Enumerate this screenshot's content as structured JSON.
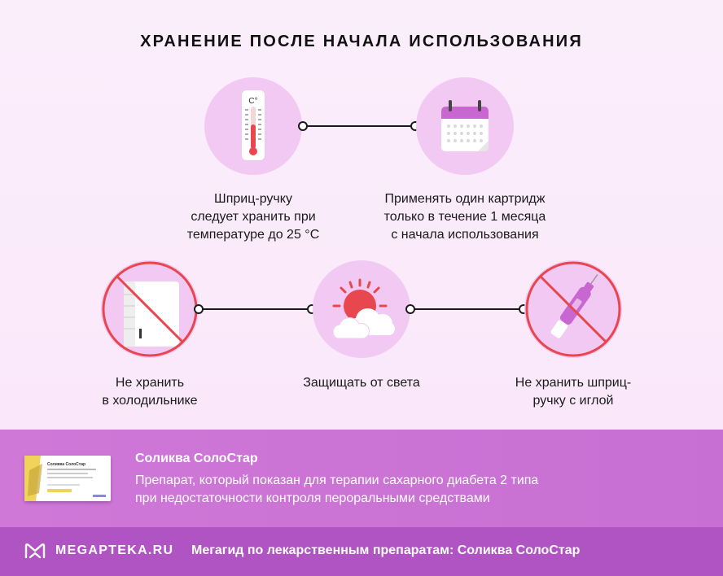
{
  "title": "ХРАНЕНИЕ ПОСЛЕ НАЧАЛА ИСПОЛЬЗОВАНИЯ",
  "items": [
    {
      "icon": "thermometer-icon",
      "caption_lines": [
        "Шприц-ручку",
        "следует хранить при",
        "температуре до 25 °C"
      ],
      "thermo_unit": "C°"
    },
    {
      "icon": "calendar-icon",
      "caption_lines": [
        "Применять один картридж",
        "только в течение 1 месяца",
        "с начала использования"
      ]
    },
    {
      "icon": "no-refrigerator-icon",
      "caption_lines": [
        "Не хранить",
        "в холодильнике"
      ]
    },
    {
      "icon": "sun-cloud-icon",
      "caption_lines": [
        "Защищать от света"
      ]
    },
    {
      "icon": "no-pen-with-needle-icon",
      "caption_lines": [
        "Не хранить шприц-",
        "ручку с иглой"
      ]
    }
  ],
  "product": {
    "name": "Соликва СолоСтар",
    "description_lines": [
      "Препарат, который показан для терапии сахарного диабета 2 типа",
      "при недостаточности контроля пероральными средствами"
    ],
    "box_label": "Соликва СолоСтар"
  },
  "footer": {
    "logo_text": "MEGAPTEKA.RU",
    "tagline": "Мегагид по лекарственным препаратам: Соликва СолоСтар"
  },
  "colors": {
    "background": "#fbeefb",
    "circle": "#f2c9f2",
    "prohibit_red": "#e8474f",
    "band": "#cf78d8",
    "footer": "#b154c3"
  }
}
